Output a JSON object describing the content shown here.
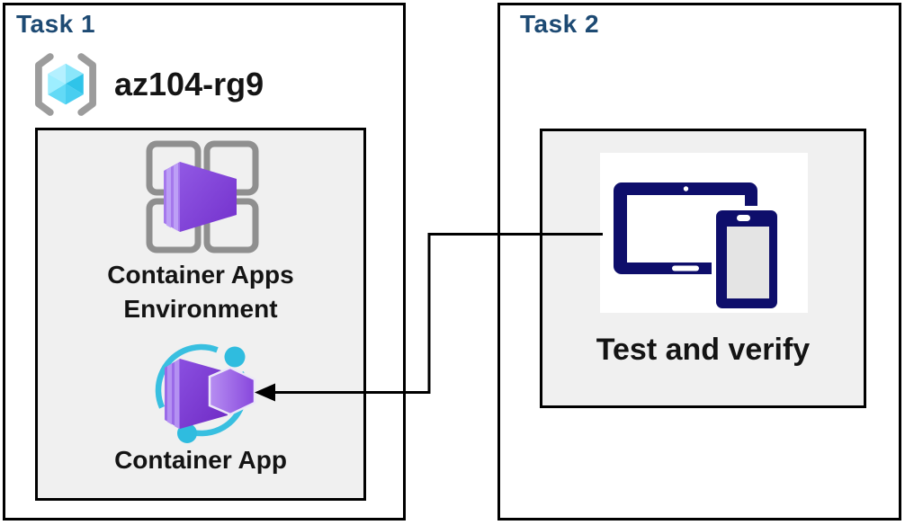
{
  "task1": {
    "title": "Task 1",
    "resource_group_name": "az104-rg9",
    "environment_label_line1": "Container Apps",
    "environment_label_line2": "Environment",
    "container_app_label": "Container App"
  },
  "task2": {
    "title": "Task 2",
    "test_label": "Test and verify"
  },
  "icons": {
    "resource_group": "resource-group-icon",
    "container_apps_environment": "container-apps-environment-icon",
    "container_app": "container-app-icon",
    "devices": "devices-icon",
    "connector": "connector-arrow"
  },
  "colors": {
    "task_title": "#1d4a73",
    "text": "#141414",
    "border": "#000000",
    "inner_box_fill": "#f0f0f0",
    "arrow": "#000000",
    "device_navy": "#0e0e6b",
    "accent_cyan": "#38bfe0",
    "container_purple": "#8f55e2",
    "container_purple_light": "#bb9cf4",
    "cube_cyan": "#50d4f2",
    "bracket_gray": "#9c9c9c"
  }
}
